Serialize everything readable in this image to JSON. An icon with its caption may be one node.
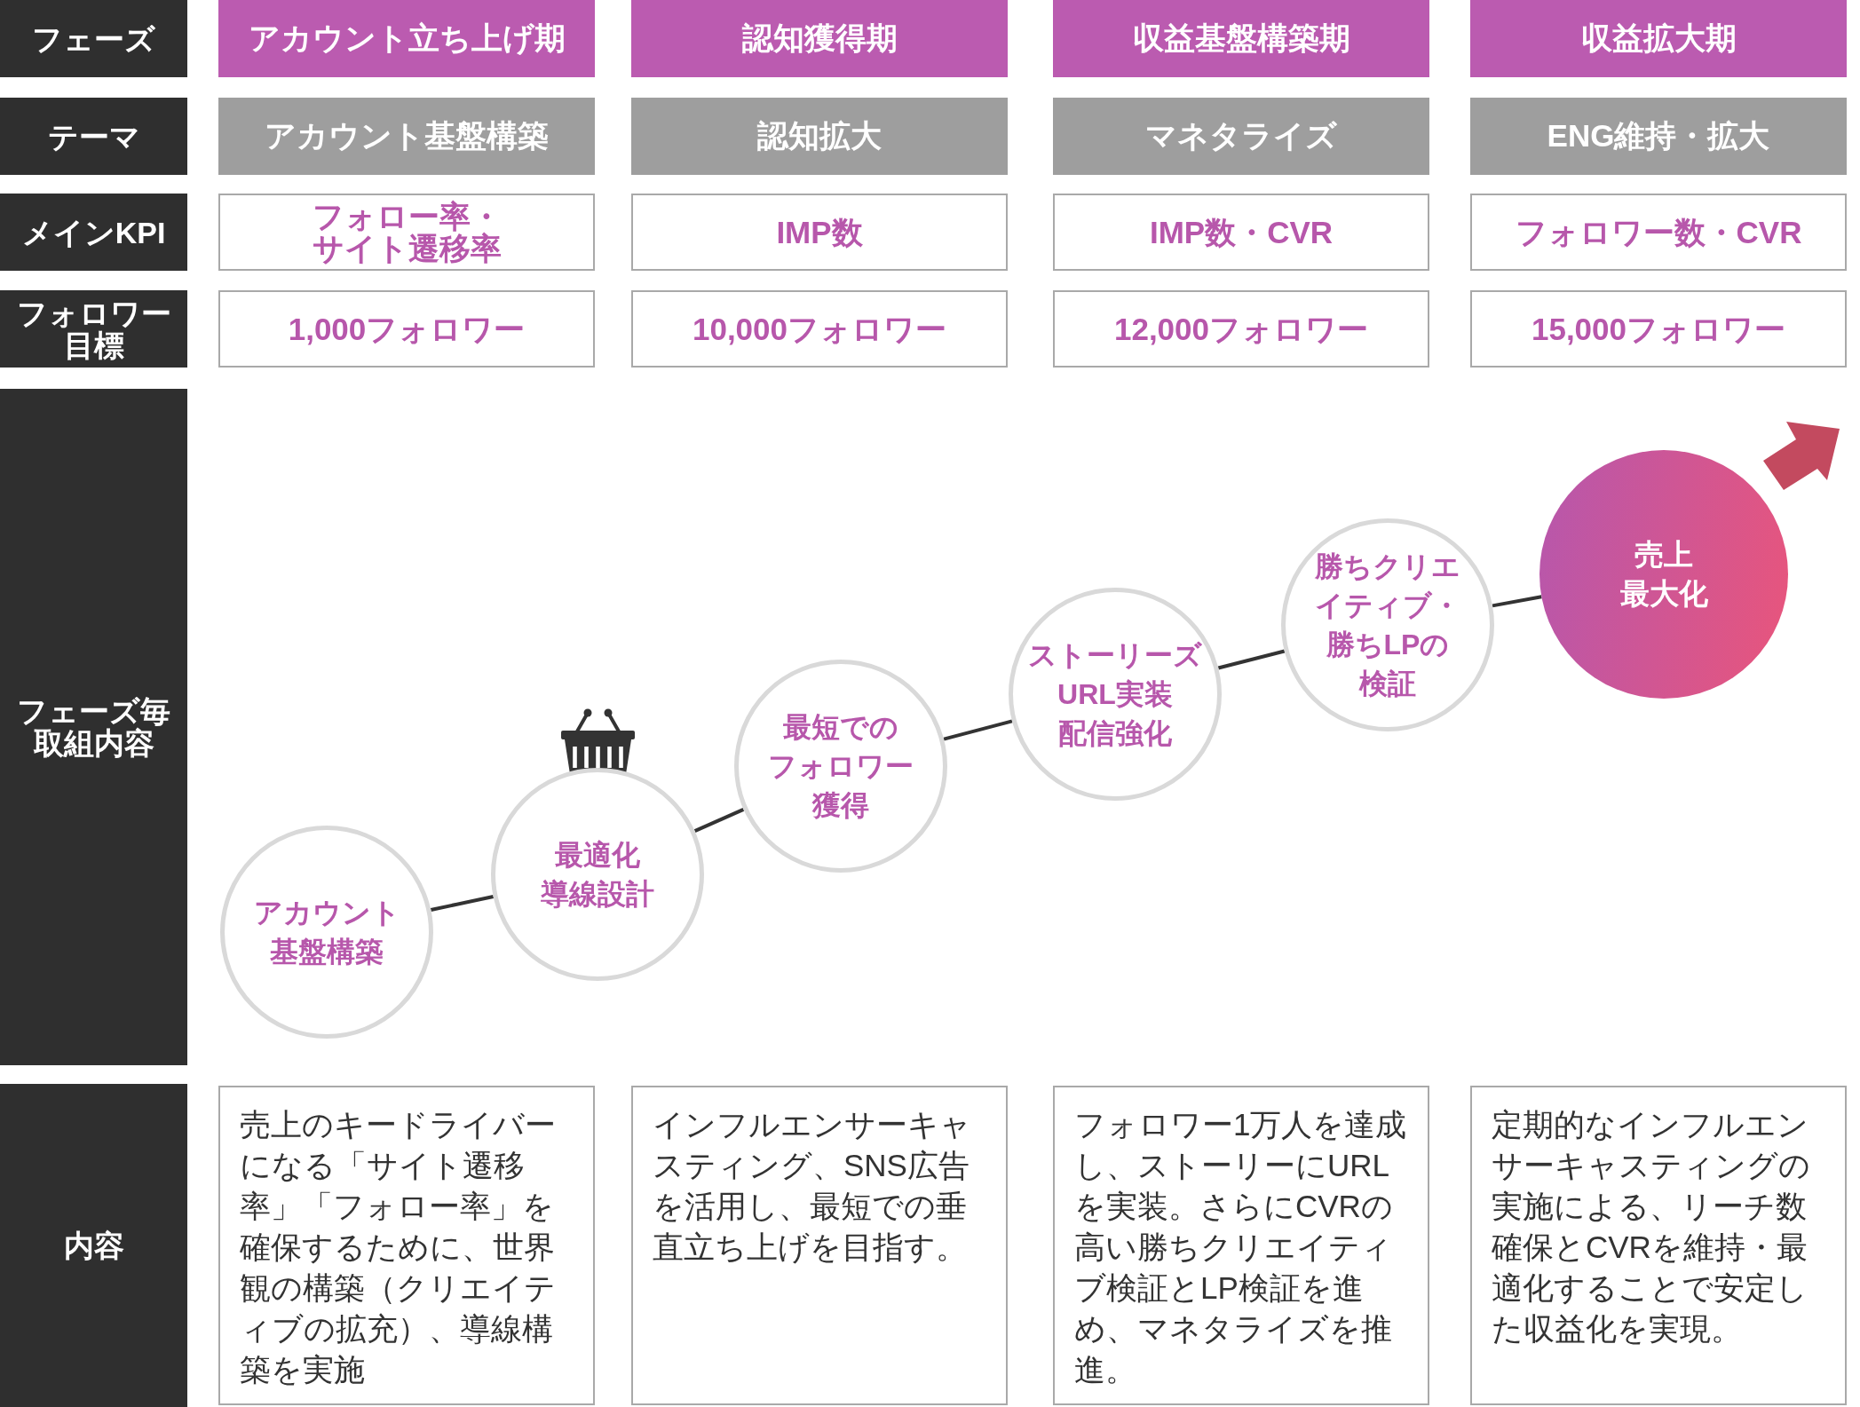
{
  "diagram": {
    "nodes": [
      {
        "text": [
          "フェーズ"
        ]
      },
      {
        "text": [
          "アカウント立ち上げ期"
        ]
      },
      {
        "text": [
          "認知獲得期"
        ]
      },
      {
        "text": [
          "収益基盤構築期"
        ]
      },
      {
        "text": [
          "収益拡大期"
        ]
      },
      {
        "text": [
          "テーマ"
        ]
      },
      {
        "text": [
          "アカウント基盤構築"
        ]
      },
      {
        "text": [
          "認知拡大"
        ]
      },
      {
        "text": [
          "マネタライズ"
        ]
      },
      {
        "text": [
          "ENG維持・拡大"
        ]
      },
      {
        "text": [
          "メインKPI"
        ]
      },
      {
        "text": [
          "フォロー率・サイト遷移率"
        ]
      },
      {
        "text": [
          "IMP数"
        ]
      },
      {
        "text": [
          "IMP数・CVR"
        ]
      },
      {
        "text": [
          "フォロワー数・CVR"
        ]
      },
      {
        "text": [
          "フォロワー目標"
        ]
      },
      {
        "text": [
          "1,000フォロワー"
        ]
      },
      {
        "text": [
          "10,000フォロワー"
        ]
      },
      {
        "text": [
          "12,000フォロワー"
        ]
      },
      {
        "text": [
          "15,000フォロワー"
        ]
      },
      {
        "text": [
          "フェーズ毎取組内容"
        ]
      },
      {
        "text": [
          "アカウント基盤構築"
        ]
      },
      {
        "text": [
          "最適化導線設計"
        ]
      },
      {
        "text": [
          "最短でのフォロワー獲得"
        ]
      },
      {
        "text": [
          "ストーリーズURL実装配信強化"
        ]
      },
      {
        "text": [
          "勝ちクリエイティブ・勝ちLPの検証"
        ]
      },
      {
        "text": [
          "売上最大化"
        ]
      },
      {
        "text": [
          "内容"
        ]
      },
      {
        "text": [
          "売上のキードライバーになる「サイト遷移率」「フォロー率」を確保するために、世界観の構築（クリエイティブの拡充）、導線構築を実施"
        ]
      },
      {
        "text": [
          "インフルエンサーキャスティング、SNS広告を活用し、最短での垂直立ち上げを目指す。"
        ]
      },
      {
        "text": [
          "フォロワー1万人を達成し、ストーリーにURLを実装。さらにCVRの高い勝ちクリエイティブ検証とLP検証を進め、マネタライズを推進。"
        ]
      },
      {
        "text": [
          "定期的なインフルエンサーキャスティングの実施による、リーチ数確保とCVRを維持・最適化することで安定した収益化を実現。"
        ]
      }
    ],
    "edges": [
      {
        "from": 21,
        "to": 22,
        "arrow": "none"
      },
      {
        "from": 22,
        "to": 23,
        "arrow": "none"
      },
      {
        "from": 23,
        "to": 24,
        "arrow": "none"
      },
      {
        "from": 24,
        "to": 25,
        "arrow": "none"
      },
      {
        "from": 25,
        "to": 26,
        "arrow": "none"
      }
    ]
  }
}
